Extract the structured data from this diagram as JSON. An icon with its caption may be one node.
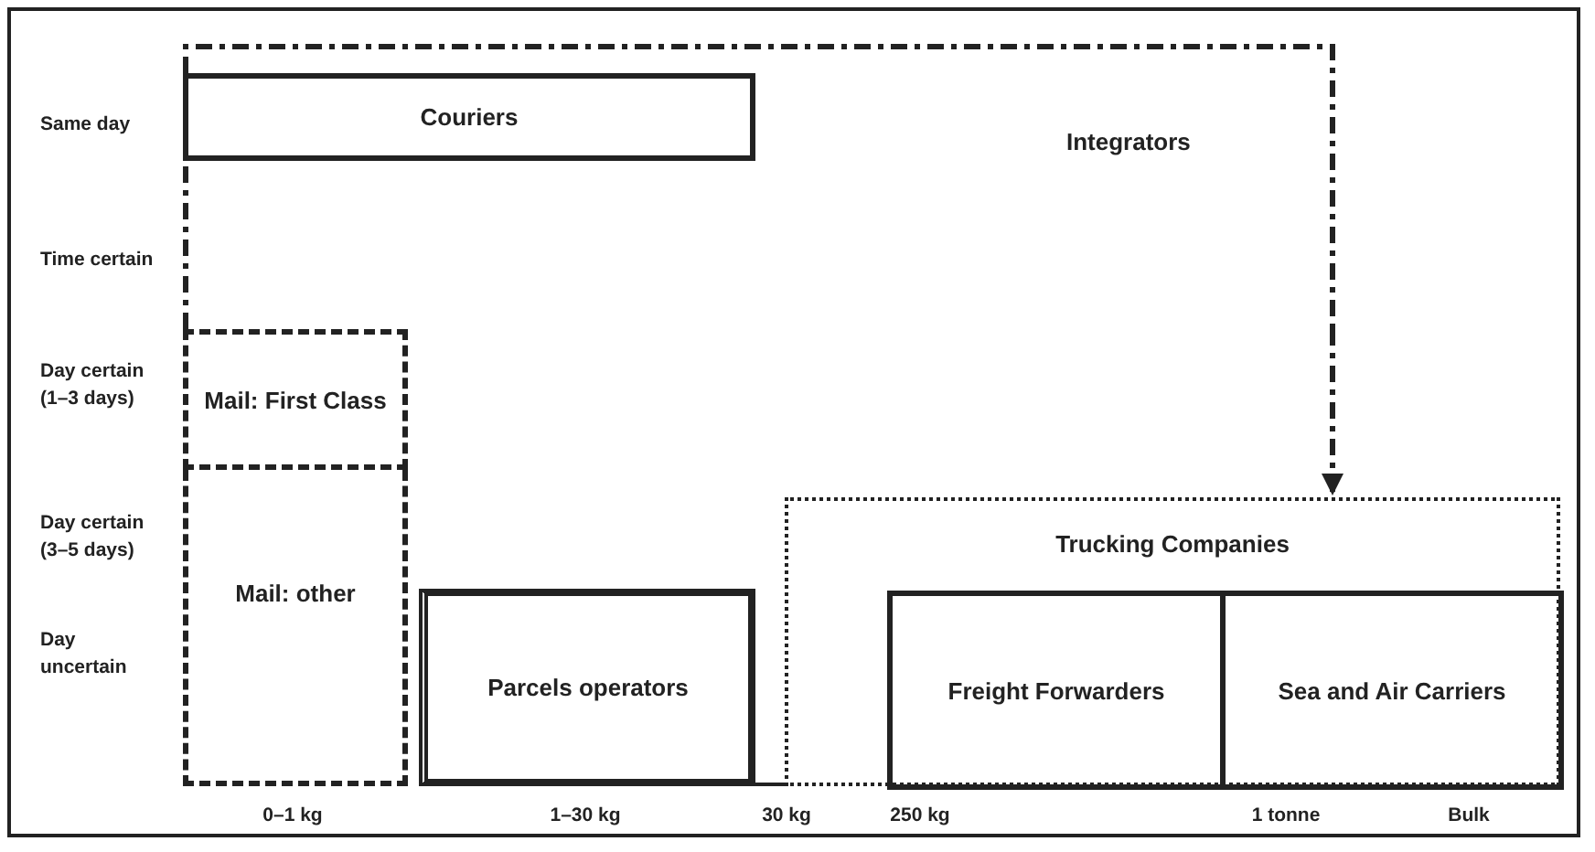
{
  "diagram": {
    "nodes": [
      {
        "text": [
          "Integrators"
        ]
      },
      {
        "text": [
          "Couriers"
        ],
        "in": 0
      },
      {
        "text": [
          "Mail: First Class"
        ]
      },
      {
        "text": [
          "Mail: other"
        ]
      },
      {
        "text": [
          "Parcels operators"
        ]
      },
      {
        "text": [
          "Trucking Companies"
        ]
      },
      {
        "text": [
          "Freight Forwarders"
        ],
        "in": 5
      },
      {
        "text": [
          "Sea and Air Carriers"
        ],
        "in": 5
      }
    ],
    "edges": [
      {
        "from": 0,
        "to": 5,
        "arrow": "to",
        "style": "dashed"
      }
    ],
    "labels": [
      "Same day",
      "Time certain",
      "Day certain (1–3 days)",
      "Day certain (3–5 days)",
      "Day uncertain",
      "0–1 kg",
      "1–30 kg",
      "30 kg",
      "250 kg",
      "1 tonne",
      "Bulk"
    ]
  }
}
